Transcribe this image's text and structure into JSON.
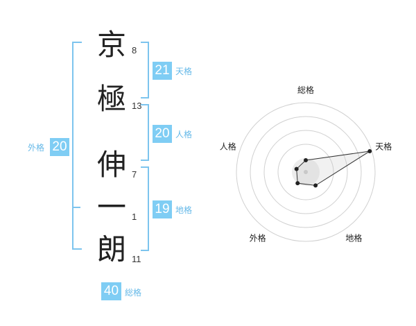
{
  "name": {
    "chars": [
      {
        "char": "京",
        "strokes": "8"
      },
      {
        "char": "極",
        "strokes": "13"
      },
      {
        "char": "伸",
        "strokes": "7"
      },
      {
        "char": "一",
        "strokes": "1"
      },
      {
        "char": "朗",
        "strokes": "11"
      }
    ]
  },
  "fortune": {
    "tenkaku": {
      "value": "21",
      "label": "天格"
    },
    "jinkaku": {
      "value": "20",
      "label": "人格"
    },
    "chikaku": {
      "value": "19",
      "label": "地格"
    },
    "gaikaku": {
      "value": "20",
      "label": "外格"
    },
    "soukaku": {
      "value": "40",
      "label": "総格"
    }
  },
  "colors": {
    "accent": "#7fcdf4",
    "bracket": "#7cc4ee",
    "label": "#66b9e8"
  },
  "chart_data": {
    "type": "radar",
    "axes": [
      "総格",
      "天格",
      "地格",
      "外格",
      "人格"
    ],
    "values": [
      0.17,
      0.97,
      0.24,
      0.2,
      0.14
    ],
    "scale": [
      0,
      1
    ],
    "rings": 4
  }
}
